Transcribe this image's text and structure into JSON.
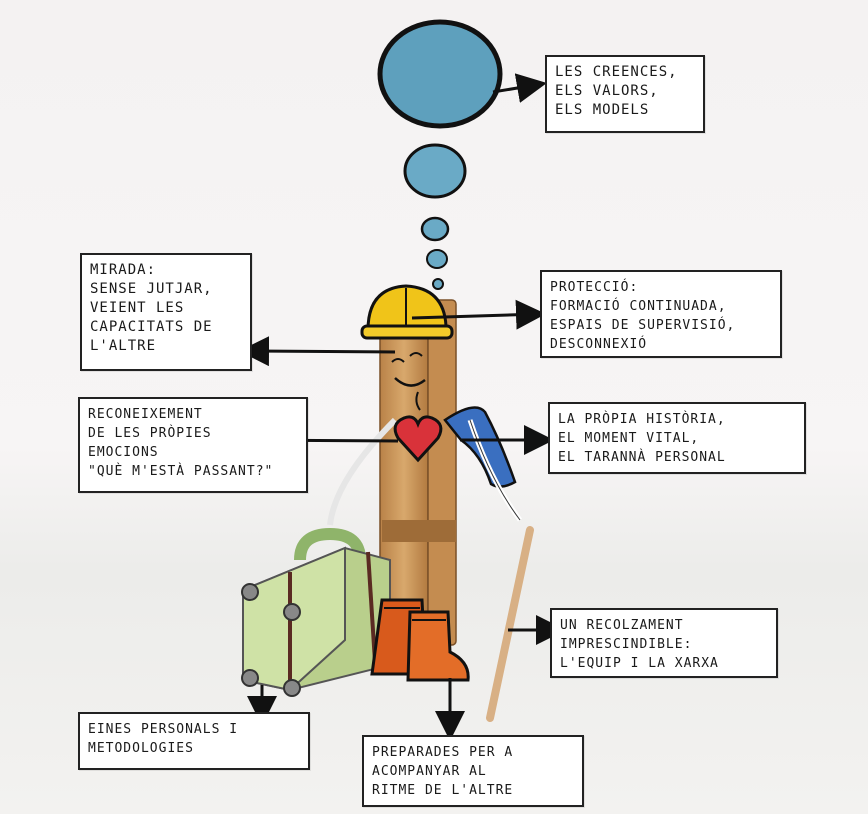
{
  "labels": {
    "beliefs": [
      "LES CREENCES,",
      "ELS VALORS,",
      "ELS MODELS"
    ],
    "gaze": [
      "MIRADA:",
      "SENSE JUTJAR,",
      "VEIENT LES",
      "CAPACITATS DE",
      "L'ALTRE"
    ],
    "protection": [
      "PROTECCIÓ:",
      "FORMACIÓ CONTINUADA,",
      "ESPAIS DE SUPERVISIÓ,",
      "DESCONNEXIÓ"
    ],
    "emotions": [
      "RECONEIXEMENT",
      "DE LES PRÒPIES",
      "EMOCIONS",
      "\"QUÈ M'ESTÀ PASSANT?\""
    ],
    "history": [
      "LA PRÒPIA HISTÒRIA,",
      "EL MOMENT VITAL,",
      "EL TARANNÀ PERSONAL"
    ],
    "support": [
      "UN RECOLZAMENT",
      "IMPRESCINDIBLE:",
      "L'EQUIP I LA XARXA"
    ],
    "tools": [
      "EINES PERSONALS I",
      "METODOLOGIES"
    ],
    "pace": [
      "PREPARADES PER A",
      "ACOMPANYAR AL",
      "RITME DE L'ALTRE"
    ]
  },
  "colors": {
    "thought_bubble": "#5ea0bd",
    "wood": "#c9955a",
    "helmet": "#f0c419",
    "heart": "#d9323a",
    "suitcase": "#c9dca0",
    "boots": "#d85a1c",
    "scarf": "#3a6fc0"
  }
}
